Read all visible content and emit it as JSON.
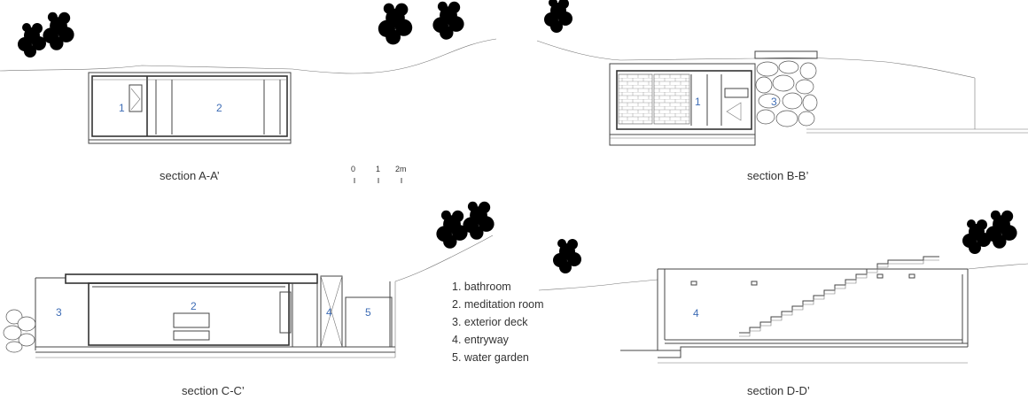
{
  "sections": [
    {
      "id": "A",
      "title": "section A-A’",
      "labels": [
        "1",
        "2"
      ]
    },
    {
      "id": "B",
      "title": "section B-B’",
      "labels": [
        "1",
        "3"
      ]
    },
    {
      "id": "C",
      "title": "section C-C’",
      "labels": [
        "3",
        "2",
        "4",
        "5"
      ]
    },
    {
      "id": "D",
      "title": "section D-D’",
      "labels": [
        "4"
      ]
    }
  ],
  "scale_bar": {
    "ticks": [
      "0",
      "1",
      "2m"
    ]
  },
  "legend": [
    "1. bathroom",
    "2. meditation room",
    "3. exterior deck",
    "4. entryway",
    "5. water garden"
  ],
  "colors": {
    "line": "#444444",
    "room_number": "#3d6cb5",
    "text": "#333333"
  }
}
